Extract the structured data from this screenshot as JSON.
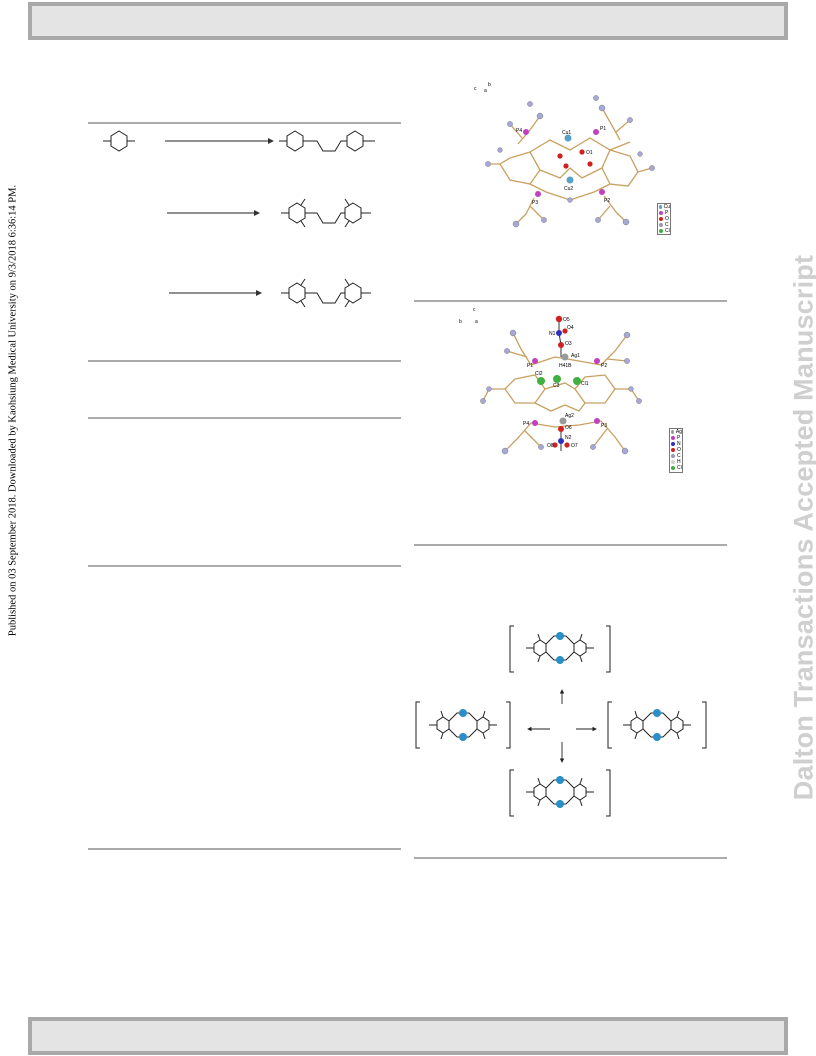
{
  "side_note": "Published on 03 September 2018. Downloaded by Kaohsiung Medical University on 9/3/2018 6:36:14 PM.",
  "watermark": "Dalton Transactions Accepted Manuscript",
  "figure1": {
    "axis_labels": [
      "c",
      "a",
      "b"
    ],
    "atom_labels": [
      "P4",
      "Cu1",
      "P1",
      "O1",
      "P3",
      "Cu2",
      "P2"
    ],
    "legend": [
      {
        "label": "Cu",
        "color": "#5aa0c8"
      },
      {
        "label": "P",
        "color": "#c040c0"
      },
      {
        "label": "O",
        "color": "#d02020"
      },
      {
        "label": "C",
        "color": "#9a9ab0"
      },
      {
        "label": "Cl",
        "color": "#40b040"
      }
    ]
  },
  "figure2": {
    "axis_labels": [
      "c",
      "b",
      "a"
    ],
    "atom_labels": [
      "O5",
      "O4",
      "N1",
      "O3",
      "Ag1",
      "P1",
      "H41B",
      "P2",
      "Cl2",
      "Cl1",
      "C3",
      "Ag2",
      "O6",
      "P4",
      "P3",
      "N2",
      "O8",
      "O7"
    ],
    "legend": [
      {
        "label": "Ag",
        "color": "#9a9a9a"
      },
      {
        "label": "P",
        "color": "#c040c0"
      },
      {
        "label": "N",
        "color": "#3030c0"
      },
      {
        "label": "O",
        "color": "#d02020"
      },
      {
        "label": "C",
        "color": "#9a9ab0"
      },
      {
        "label": "H",
        "color": "#d0d0d0"
      },
      {
        "label": "Cl",
        "color": "#40b040"
      }
    ]
  }
}
